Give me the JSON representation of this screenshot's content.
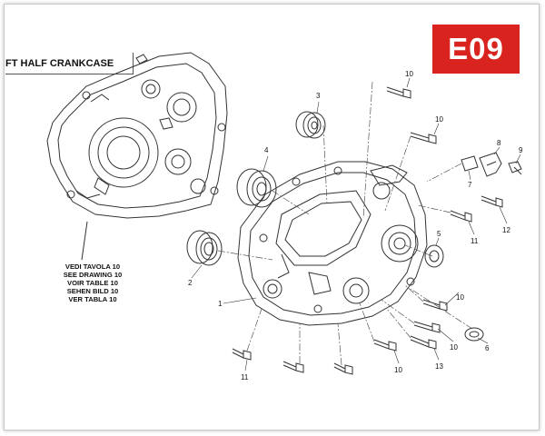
{
  "header": {
    "section_title": "FT HALF CRANKCASE",
    "code_badge": "E09"
  },
  "reference_note": {
    "lines": [
      "VEDI TAVOLA 10",
      "SEE DRAWING 10",
      "VOIR TABLE 10",
      "SEHEN BILD 10",
      "VER TABLA 10"
    ]
  },
  "callouts": {
    "c1": "1",
    "c2": "2",
    "c3": "3",
    "c4": "4",
    "c5": "5",
    "c6": "6",
    "c7": "7",
    "c8": "8",
    "c9": "9",
    "c10a": "10",
    "c10b": "10",
    "c10c": "10",
    "c10d": "10",
    "c10e": "10",
    "c11a": "11",
    "c11b": "11",
    "c12": "12",
    "c13": "13"
  },
  "colors": {
    "badge_bg": "#d9231f",
    "line_art": "#333333"
  }
}
